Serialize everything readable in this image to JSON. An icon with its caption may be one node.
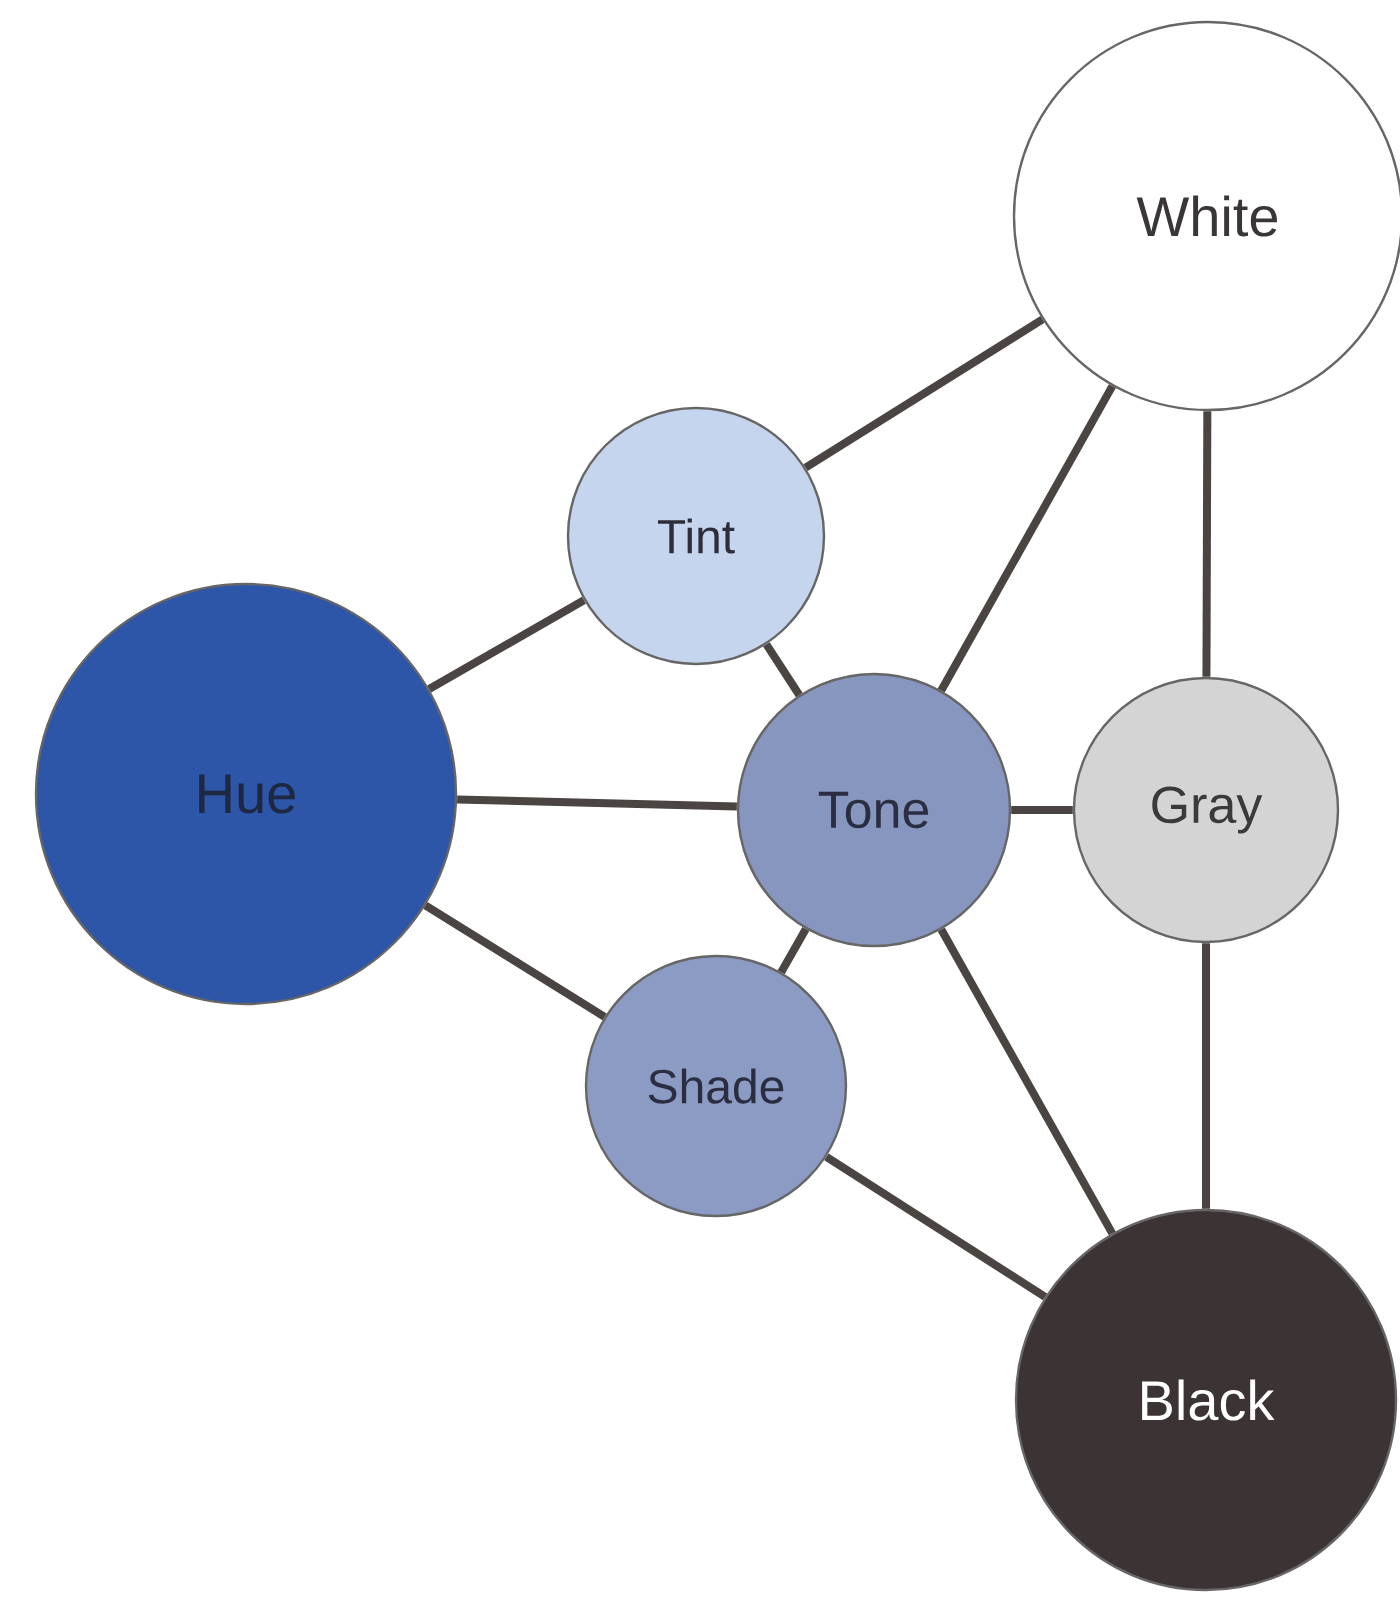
{
  "diagram": {
    "nodes": [
      {
        "text": [
          "White"
        ]
      },
      {
        "text": [
          "Tint"
        ]
      },
      {
        "text": [
          "Hue"
        ]
      },
      {
        "text": [
          "Tone"
        ]
      },
      {
        "text": [
          "Gray"
        ]
      },
      {
        "text": [
          "Shade"
        ]
      },
      {
        "text": [
          "Black"
        ]
      }
    ],
    "edges": [
      {
        "from": 1,
        "to": 0,
        "arrow": "none"
      },
      {
        "from": 3,
        "to": 0,
        "arrow": "none"
      },
      {
        "from": 4,
        "to": 0,
        "arrow": "none"
      },
      {
        "from": 2,
        "to": 1,
        "arrow": "none"
      },
      {
        "from": 1,
        "to": 3,
        "arrow": "none"
      },
      {
        "from": 2,
        "to": 3,
        "arrow": "none"
      },
      {
        "from": 3,
        "to": 4,
        "arrow": "none"
      },
      {
        "from": 2,
        "to": 5,
        "arrow": "none"
      },
      {
        "from": 5,
        "to": 3,
        "arrow": "none"
      },
      {
        "from": 3,
        "to": 6,
        "arrow": "none"
      },
      {
        "from": 4,
        "to": 6,
        "arrow": "none"
      },
      {
        "from": 5,
        "to": 6,
        "arrow": "none"
      }
    ]
  }
}
